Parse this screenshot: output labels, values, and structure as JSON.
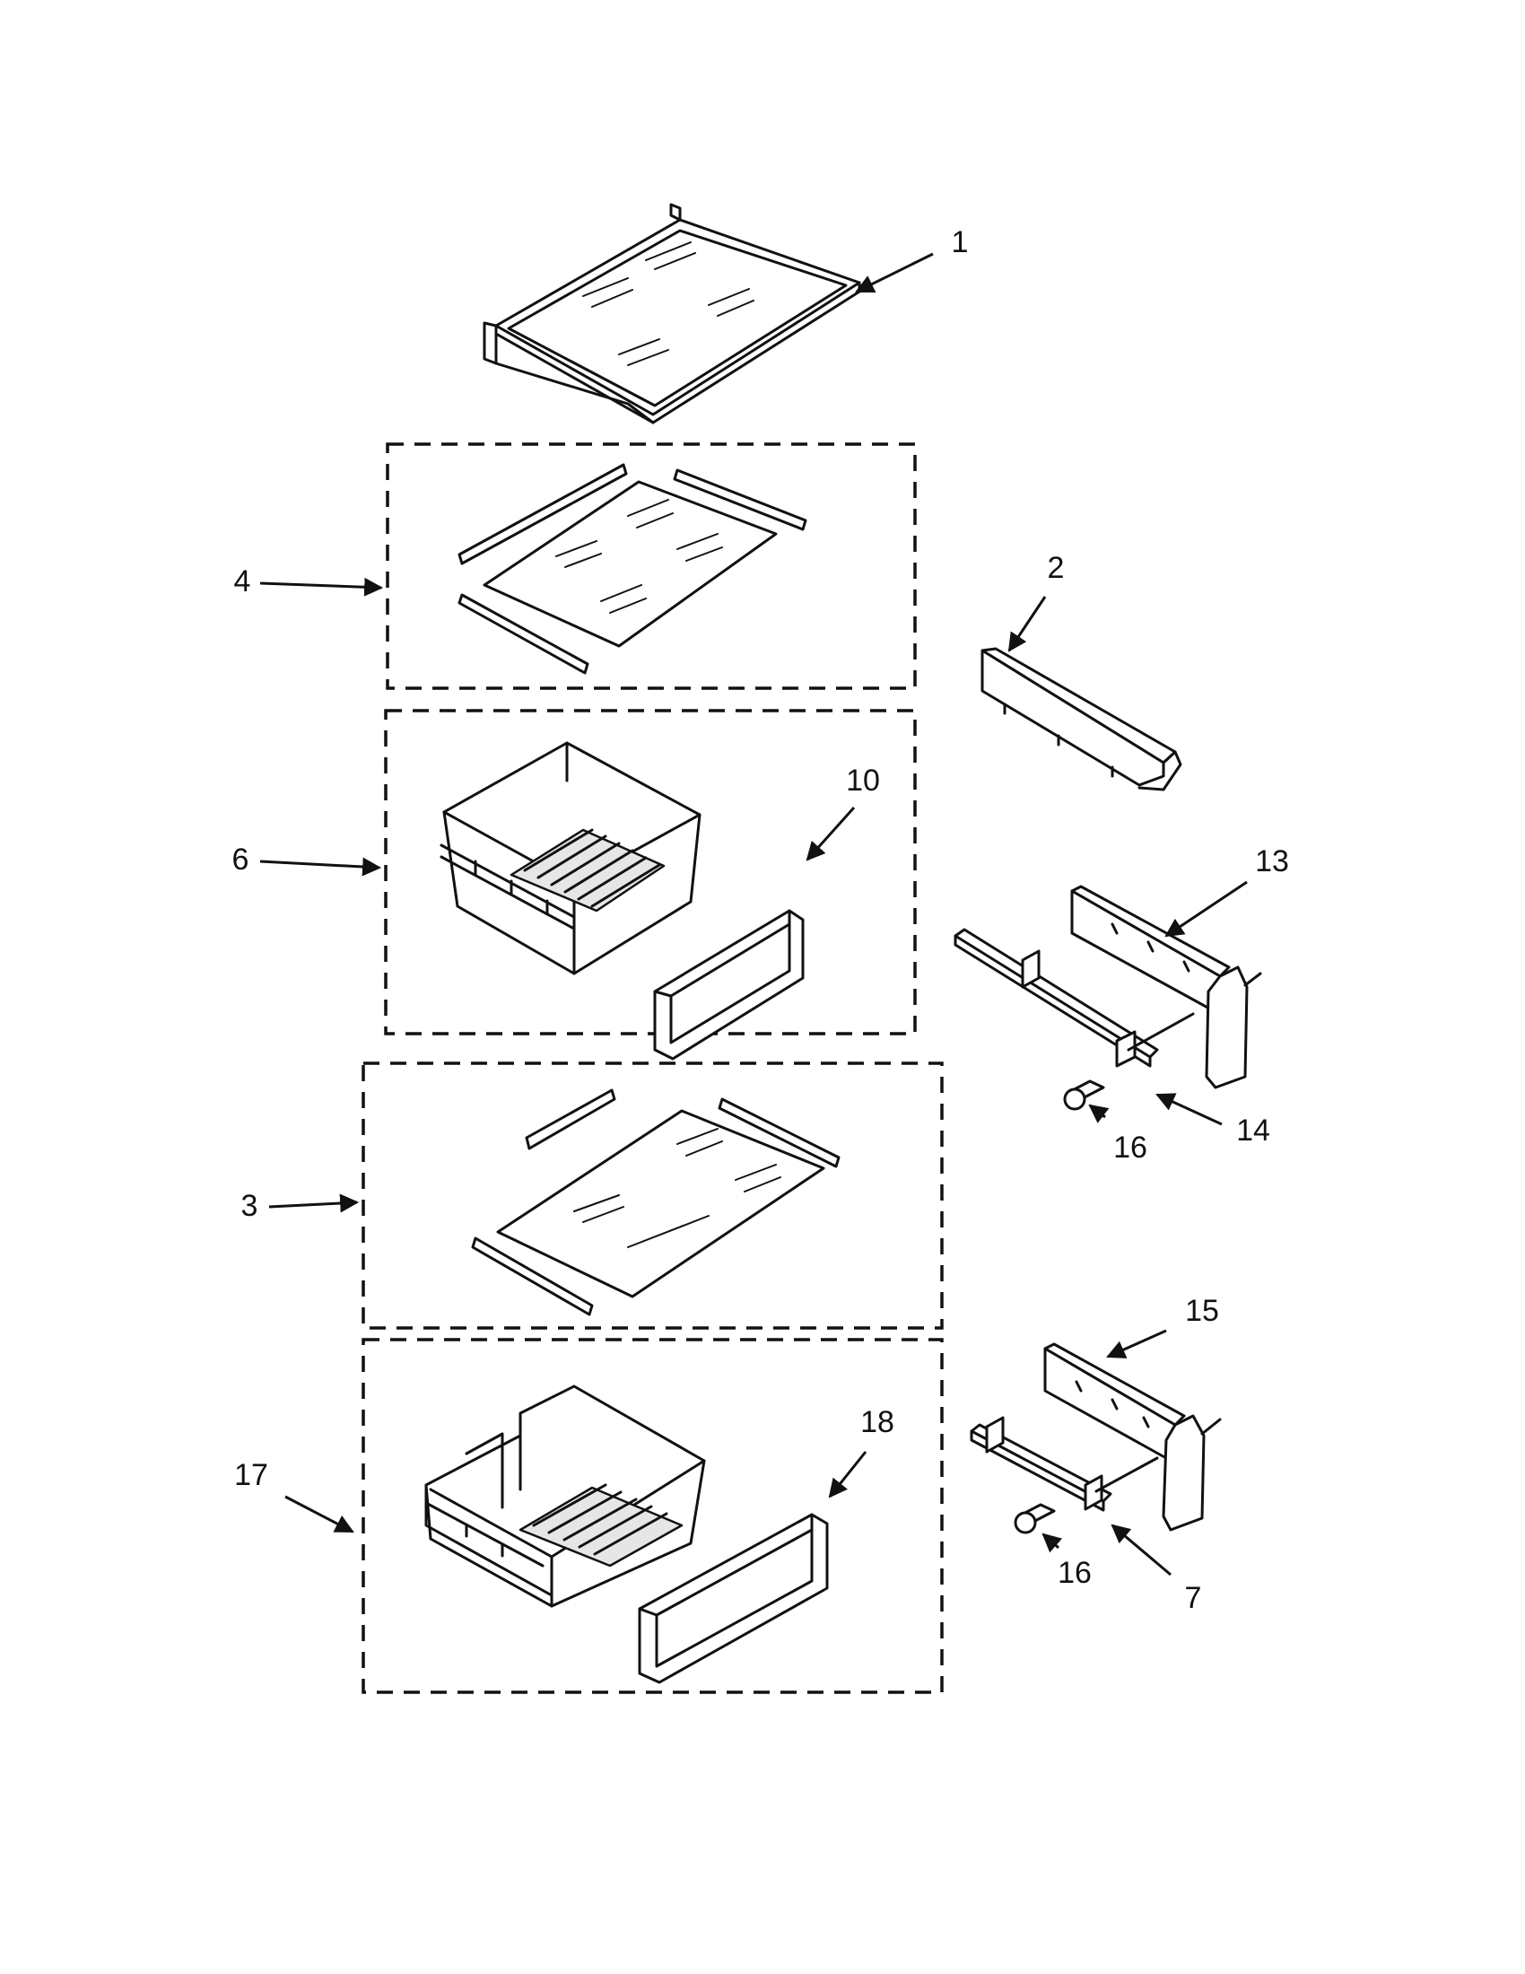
{
  "callouts": {
    "c1": "1",
    "c2": "2",
    "c3": "3",
    "c4": "4",
    "c6": "6",
    "c7": "7",
    "c10": "10",
    "c13": "13",
    "c14": "14",
    "c15": "15",
    "c16a": "16",
    "c16b": "16",
    "c17": "17",
    "c18": "18"
  }
}
